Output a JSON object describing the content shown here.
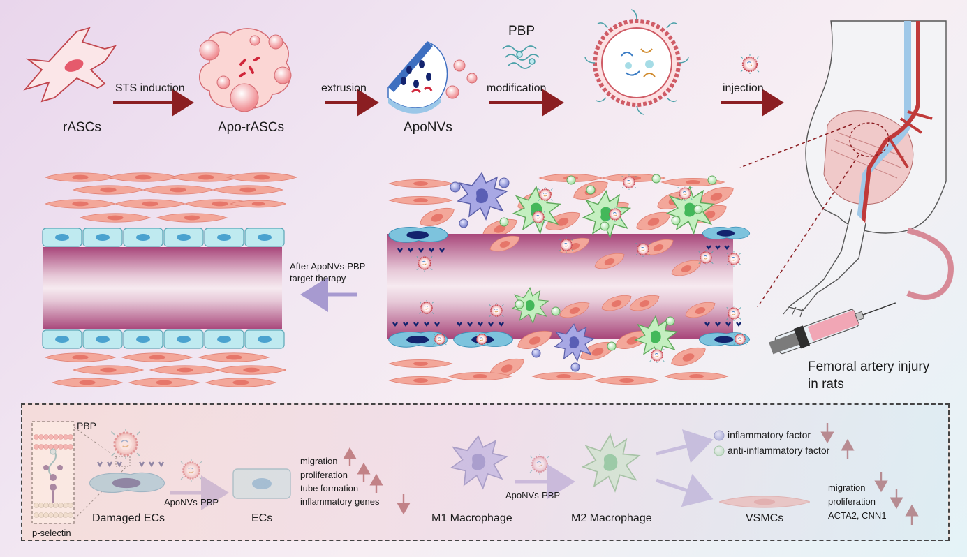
{
  "top_row": {
    "cell_label": "rASCs",
    "step1": "STS induction",
    "apo_label": "Apo-rASCs",
    "step2": "extrusion",
    "nv_label": "ApoNVs",
    "pbp_label": "PBP",
    "step3": "modification",
    "step4": "injection"
  },
  "rat": {
    "caption_line1": "Femoral artery injury",
    "caption_line2": "in rats"
  },
  "middle": {
    "therapy_line1": "After ApoNVs-PBP",
    "therapy_line2": "target therapy"
  },
  "bottom": {
    "pbp_label": "PBP",
    "pselectin_label": "p-selectin",
    "damaged_ecs": "Damaged ECs",
    "aponvs_pbp_1": "ApoNVs-PBP",
    "ecs": "ECs",
    "ec_effects": [
      "migration",
      "proliferation",
      "tube formation",
      "inflammatory genes"
    ],
    "m1": "M1 Macrophage",
    "aponvs_pbp_2": "ApoNVs-PBP",
    "m2": "M2 Macrophage",
    "legend_inflammatory": "inflammatory factor",
    "legend_anti": "anti-inflammatory factor",
    "vsmcs": "VSMCs",
    "vsmc_effects": [
      "migration",
      "proliferation",
      "ACTA2, CNN1"
    ]
  },
  "colors": {
    "arrow_dark": "#8b1e22",
    "arrow_light": "#a79ad0",
    "ec_blue": "#a7dde8",
    "vsmc_pink": "#f3a79a",
    "vessel_magenta": "#b45a86",
    "m1_purple": "#9a9ad8",
    "m2_green": "#b6e6b3"
  }
}
